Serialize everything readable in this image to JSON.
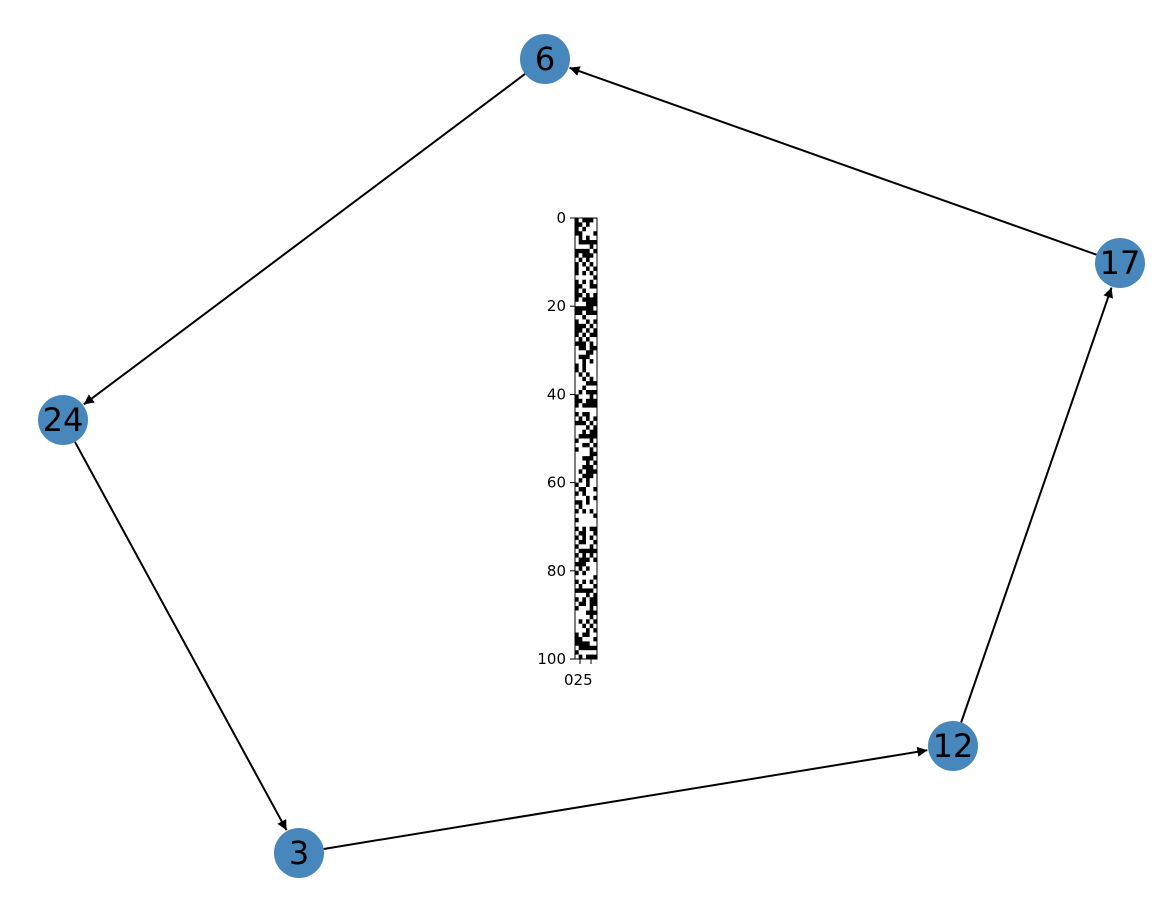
{
  "graph": {
    "node_color": "#4787bc",
    "edge_color": "#000000",
    "directed": true,
    "nodes": [
      {
        "id": "6",
        "label": "6"
      },
      {
        "id": "17",
        "label": "17"
      },
      {
        "id": "24",
        "label": "24"
      },
      {
        "id": "3",
        "label": "3"
      },
      {
        "id": "12",
        "label": "12"
      }
    ],
    "edges": [
      {
        "source": "17",
        "target": "6"
      },
      {
        "source": "6",
        "target": "24"
      },
      {
        "source": "24",
        "target": "3"
      },
      {
        "source": "3",
        "target": "12"
      },
      {
        "source": "12",
        "target": "17"
      }
    ]
  },
  "inset_image": {
    "description_type": "binary pattern matrix",
    "colors": [
      "#000000",
      "#ffffff"
    ],
    "y_ticks": [
      "0",
      "20",
      "40",
      "60",
      "80",
      "100"
    ],
    "x_ticks": [
      "0",
      "2",
      "5"
    ],
    "x_ticks_rendered": "025"
  }
}
